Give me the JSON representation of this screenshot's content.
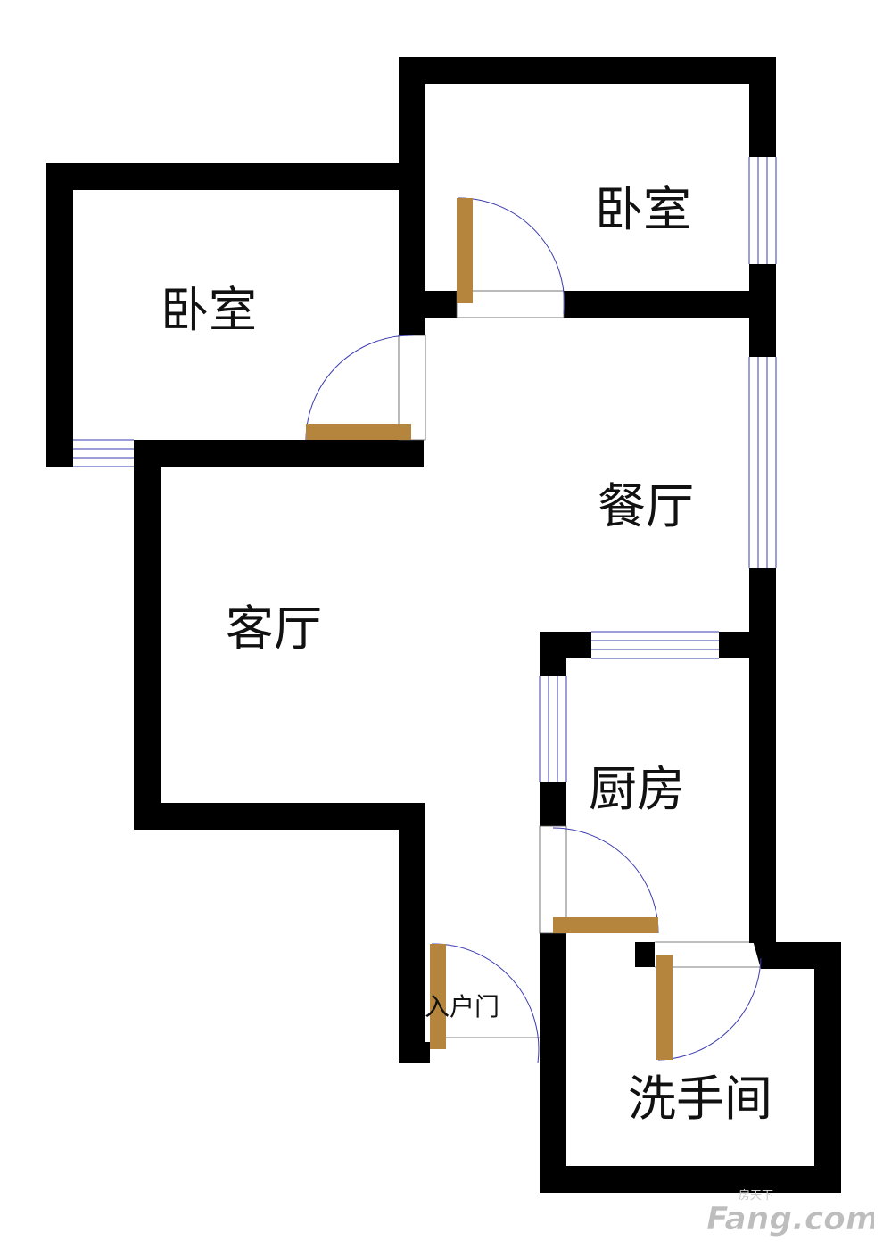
{
  "rooms": {
    "bedroom_left": "卧室",
    "bedroom_right": "卧室",
    "dining": "餐厅",
    "living": "客厅",
    "kitchen": "厨房",
    "bathroom": "洗手间"
  },
  "doors": {
    "entrance": "入户门"
  },
  "watermark": {
    "top_text": "房天下",
    "brand_text": "Fang.com"
  },
  "colors": {
    "wall": "#000000",
    "door_leaf": "#b5853d",
    "swing_arc": "#3b3bb0",
    "window": "#3b3bb0"
  }
}
